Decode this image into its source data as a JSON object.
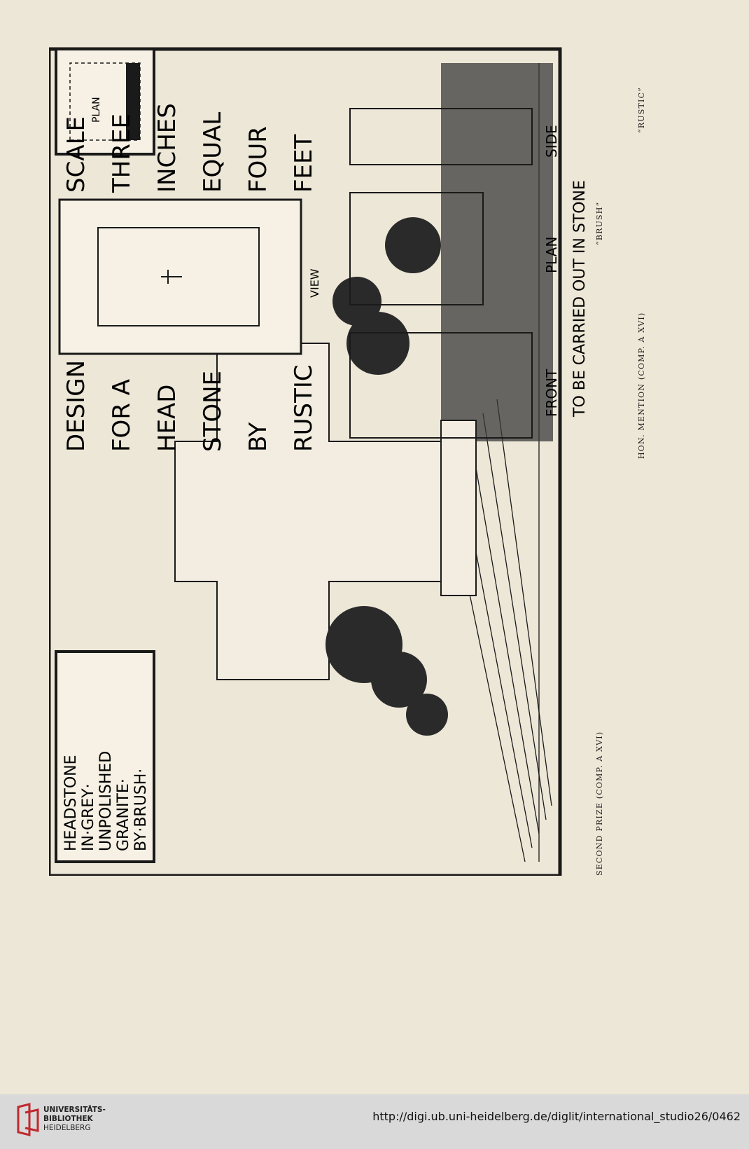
{
  "left_plate": {
    "caption_left": "SECOND PRIZE (COMP. A XVI)",
    "caption_right": "“BRUSH”",
    "inscription_lines": [
      "HEADSTONE",
      "IN·GREY·",
      "UNPOLISHED",
      "GRANITE·",
      "BY·BRUSH·"
    ],
    "plan_label": "PLAN"
  },
  "right_plate": {
    "caption_left": "HON. MENTION (COMP. A XVI)",
    "caption_right": "“RUSTIC”",
    "title_words": [
      "DESIGN",
      "FOR A",
      "HEAD",
      "STONE",
      "BY",
      "RUSTIC"
    ],
    "scale_words": [
      "SCALE",
      "THREE",
      "INCHES",
      "EQUAL",
      "FOUR",
      "FEET"
    ],
    "view_label": "VIEW",
    "front_label": "FRONT",
    "plan_label": "PLAN",
    "side_label": "SIDE",
    "note": "TO BE CARRIED OUT IN STONE"
  },
  "footer": {
    "library_lines": [
      "UNIVERSITÄTS-",
      "BIBLIOTHEK",
      "HEIDELBERG"
    ],
    "url": "http://digi.ub.uni-heidelberg.de/diglit/international_studio26/0462"
  },
  "colors": {
    "ink": "#1a1a1a",
    "paper": "#ede7d7",
    "footer_bg": "#d9d9d9",
    "logo_red": "#c0282d"
  }
}
